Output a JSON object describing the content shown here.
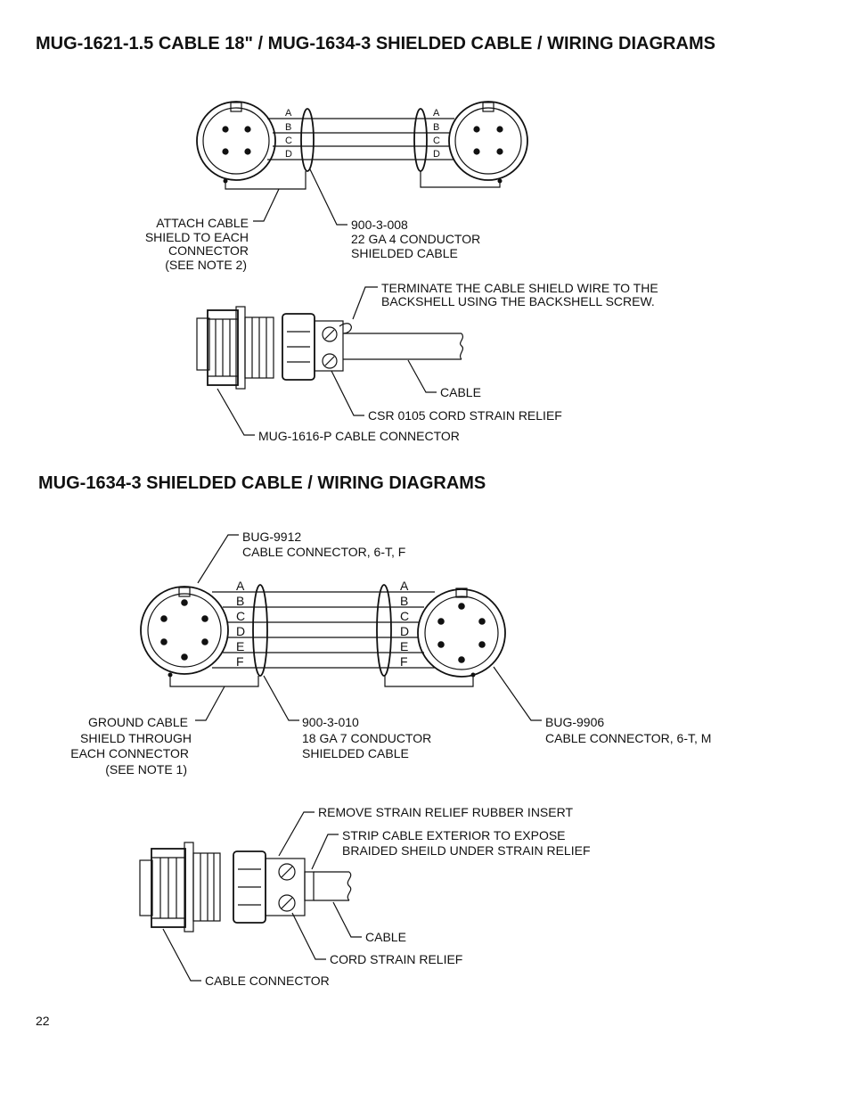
{
  "page": {
    "title_top": "MUG-1621-1.5 CABLE 18\" / MUG-1634-3 SHIELDED CABLE / WIRING DIAGRAMS",
    "title_bottom": "MUG-1634-3 SHIELDED CABLE  / WIRING DIAGRAMS",
    "page_number": "22"
  },
  "diagram1": {
    "pins": [
      "A",
      "B",
      "C",
      "D"
    ],
    "shield_note": [
      "ATTACH CABLE",
      "SHIELD TO EACH",
      "CONNECTOR",
      "(SEE NOTE 2)"
    ],
    "cable_note": [
      "900-3-008",
      "22 GA 4 CONDUCTOR",
      "SHIELDED CABLE"
    ],
    "terminate_note": [
      "TERMINATE THE CABLE SHIELD WIRE TO THE",
      "BACKSHELL USING THE BACKSHELL SCREW."
    ],
    "cable_label": "CABLE",
    "strain_relief_label": "CSR 0105 CORD STRAIN RELIEF",
    "connector_label": "MUG-1616-P CABLE CONNECTOR"
  },
  "diagram2": {
    "pins": [
      "A",
      "B",
      "C",
      "D",
      "E",
      "F"
    ],
    "left_connector_note": [
      "BUG-9912",
      "CABLE CONNECTOR, 6-T, F"
    ],
    "right_connector_note": [
      "BUG-9906",
      "CABLE CONNECTOR, 6-T, M"
    ],
    "shield_note": [
      "GROUND CABLE",
      "SHIELD THROUGH",
      "EACH CONNECTOR",
      "(SEE NOTE 1)"
    ],
    "cable_note": [
      "900-3-010",
      "18 GA 7 CONDUCTOR",
      "SHIELDED CABLE"
    ],
    "remove_note": "REMOVE STRAIN RELIEF RUBBER INSERT",
    "strip_note": [
      "STRIP CABLE EXTERIOR TO EXPOSE",
      "BRAIDED SHEILD UNDER STRAIN RELIEF"
    ],
    "cable_label": "CABLE",
    "strain_relief_label": "CORD STRAIN RELIEF",
    "connector_label": "CABLE CONNECTOR"
  }
}
